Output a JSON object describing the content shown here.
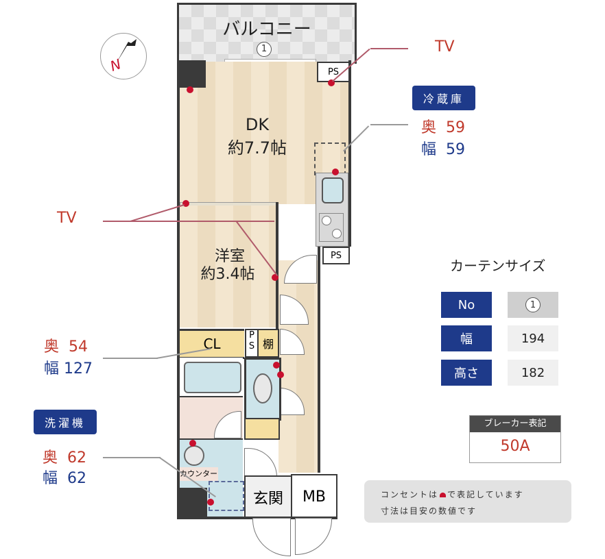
{
  "compass": {
    "label": "N"
  },
  "rooms": {
    "balcony": {
      "label": "バルコニー",
      "curtain_no": "1"
    },
    "dk": {
      "name": "DK",
      "size": "約7.7帖"
    },
    "western": {
      "name": "洋室",
      "size": "約3.4帖"
    },
    "closet": {
      "label": "CL"
    },
    "ps_small": {
      "label": "P S"
    },
    "shelf": {
      "label": "棚"
    },
    "ps_top": {
      "label": "PS"
    },
    "ps_mid": {
      "label": "PS"
    },
    "counter": {
      "label": "カウンター"
    },
    "entrance": {
      "label": "玄関"
    },
    "mb": {
      "label": "MB"
    }
  },
  "annotations": {
    "tv_top": {
      "label": "TV"
    },
    "tv_left": {
      "label": "TV"
    },
    "fridge": {
      "title": "冷蔵庫",
      "depth_label": "奥",
      "depth": "59",
      "width_label": "幅",
      "width": "59"
    },
    "closet_dims": {
      "depth_label": "奥",
      "depth": "54",
      "width_label": "幅",
      "width": "127"
    },
    "washer": {
      "title": "洗濯機",
      "depth_label": "奥",
      "depth": "62",
      "width_label": "幅",
      "width": "62"
    }
  },
  "curtain": {
    "title": "カーテンサイズ",
    "rows": [
      {
        "header": "No",
        "value": "1"
      },
      {
        "header": "幅",
        "value": "194"
      },
      {
        "header": "高さ",
        "value": "182"
      }
    ]
  },
  "breaker": {
    "title": "ブレーカー表記",
    "value": "50A"
  },
  "note": {
    "line1_pre": "コンセントは",
    "line1_post": "で表記しています",
    "line2": "寸法は目安の数値です"
  },
  "colors": {
    "navy": "#1e3a8a",
    "outlet_red": "#c8102e",
    "depth_red": "#c0392b",
    "wall": "#3a3a3a"
  }
}
